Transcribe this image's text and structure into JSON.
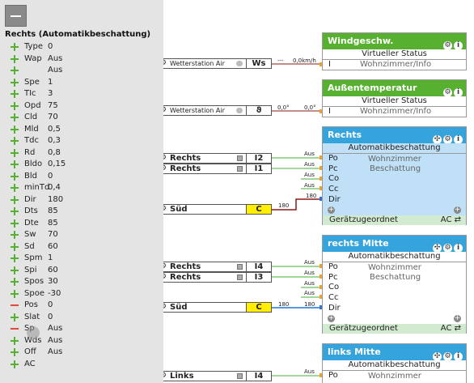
{
  "panel": {
    "title": "Rechts (Automatikbeschattung)",
    "rows": [
      {
        "sign": "plus",
        "name": "Type",
        "value": "0"
      },
      {
        "sign": "plus",
        "name": "Wap",
        "value": "Aus"
      },
      {
        "sign": "plus",
        "name": "",
        "value": "Aus"
      },
      {
        "sign": "plus",
        "name": "Spe",
        "value": "1"
      },
      {
        "sign": "plus",
        "name": "TIc",
        "value": "3"
      },
      {
        "sign": "plus",
        "name": "Opd",
        "value": "75"
      },
      {
        "sign": "plus",
        "name": "Cld",
        "value": "70"
      },
      {
        "sign": "plus",
        "name": "Mld",
        "value": "0,5"
      },
      {
        "sign": "plus",
        "name": "Tdc",
        "value": "0,3"
      },
      {
        "sign": "plus",
        "name": "Rd",
        "value": "0,8"
      },
      {
        "sign": "plus",
        "name": "Bldo",
        "value": "0,15"
      },
      {
        "sign": "plus",
        "name": "Bld",
        "value": "0"
      },
      {
        "sign": "plus",
        "name": "minTd",
        "value": "0,4"
      },
      {
        "sign": "plus",
        "name": "Dir",
        "value": "180"
      },
      {
        "sign": "plus",
        "name": "Dts",
        "value": "85"
      },
      {
        "sign": "plus",
        "name": "Dte",
        "value": "85"
      },
      {
        "sign": "plus",
        "name": "Sw",
        "value": "70"
      },
      {
        "sign": "plus",
        "name": "Sd",
        "value": "60"
      },
      {
        "sign": "plus",
        "name": "Spm",
        "value": "1"
      },
      {
        "sign": "plus",
        "name": "Spi",
        "value": "60"
      },
      {
        "sign": "plus",
        "name": "Spos",
        "value": "30"
      },
      {
        "sign": "plus",
        "name": "Spoe",
        "value": "-30"
      },
      {
        "sign": "minus",
        "name": "Pos",
        "value": "0"
      },
      {
        "sign": "plus",
        "name": "Slat",
        "value": "0"
      },
      {
        "sign": "minus",
        "name": "Sp",
        "value": "Aus"
      },
      {
        "sign": "plus",
        "name": "Wds",
        "value": "Aus"
      },
      {
        "sign": "plus",
        "name": "Off",
        "value": "Aus"
      },
      {
        "sign": "plus",
        "name": "AC",
        "value": ""
      }
    ]
  },
  "nodes": {
    "wetter1": {
      "label": "Wetterstation Air",
      "output": "Ws",
      "wire_value": "0,0km/h",
      "wire_prefix": "---"
    },
    "wetter2": {
      "label": "Wetterstation Air",
      "output": "ϑ",
      "wire_value": "0,0°",
      "wire_value2": "0,0°"
    },
    "rechts_i2": {
      "label": "Rechts",
      "output": "I2"
    },
    "rechts_i1": {
      "label": "Rechts",
      "output": "I1"
    },
    "sued1": {
      "label": "Süd",
      "output": "C",
      "wire_value": "180"
    },
    "rechts_i4": {
      "label": "Rechts",
      "output": "I4"
    },
    "rechts_i3": {
      "label": "Rechts",
      "output": "I3"
    },
    "sued2": {
      "label": "Süd",
      "output": "C",
      "wire_value": "180"
    },
    "links_i4": {
      "label": "Links",
      "output": "I4"
    }
  },
  "aus_label": "Aus",
  "aus_value_180": "180",
  "fboxes": {
    "wind": {
      "title": "Windgeschw.",
      "subtitle": "Virtueller Status",
      "input": "I",
      "target": "Wohnzimmer/Info"
    },
    "temp": {
      "title": "Außentemperatur",
      "subtitle": "Virtueller Status",
      "input": "I",
      "target": "Wohnzimmer/Info"
    },
    "rechts": {
      "title": "Rechts",
      "subtitle": "Automatikbeschattung",
      "room": "Wohnzimmer",
      "category": "Beschattung",
      "inputs": [
        "Po",
        "Pc",
        "Co",
        "Cc",
        "Dir"
      ],
      "footer": "Gerätzugeordnet",
      "footer_right": "AC ⇄"
    },
    "rechts_mitte": {
      "title": "rechts Mitte",
      "subtitle": "Automatikbeschattung",
      "room": "Wohnzimmer",
      "category": "Beschattung",
      "inputs": [
        "Po",
        "Pc",
        "Co",
        "Cc",
        "Dir"
      ],
      "footer": "Gerätzugeordnet",
      "footer_right": "AC ⇄"
    },
    "links_mitte": {
      "title": "links Mitte",
      "subtitle": "Automatikbeschattung",
      "room": "Wohnzimmer",
      "inputs": [
        "Po"
      ]
    }
  },
  "colors": {
    "green_header": "#58b030",
    "blue_header": "#36a4dc",
    "blue_body": "#bfe0f6",
    "wire_dark": "#8b1a1a",
    "wire_green": "#40b030",
    "wire_blue": "#1a7ad0",
    "yellow": "#ffee00"
  }
}
